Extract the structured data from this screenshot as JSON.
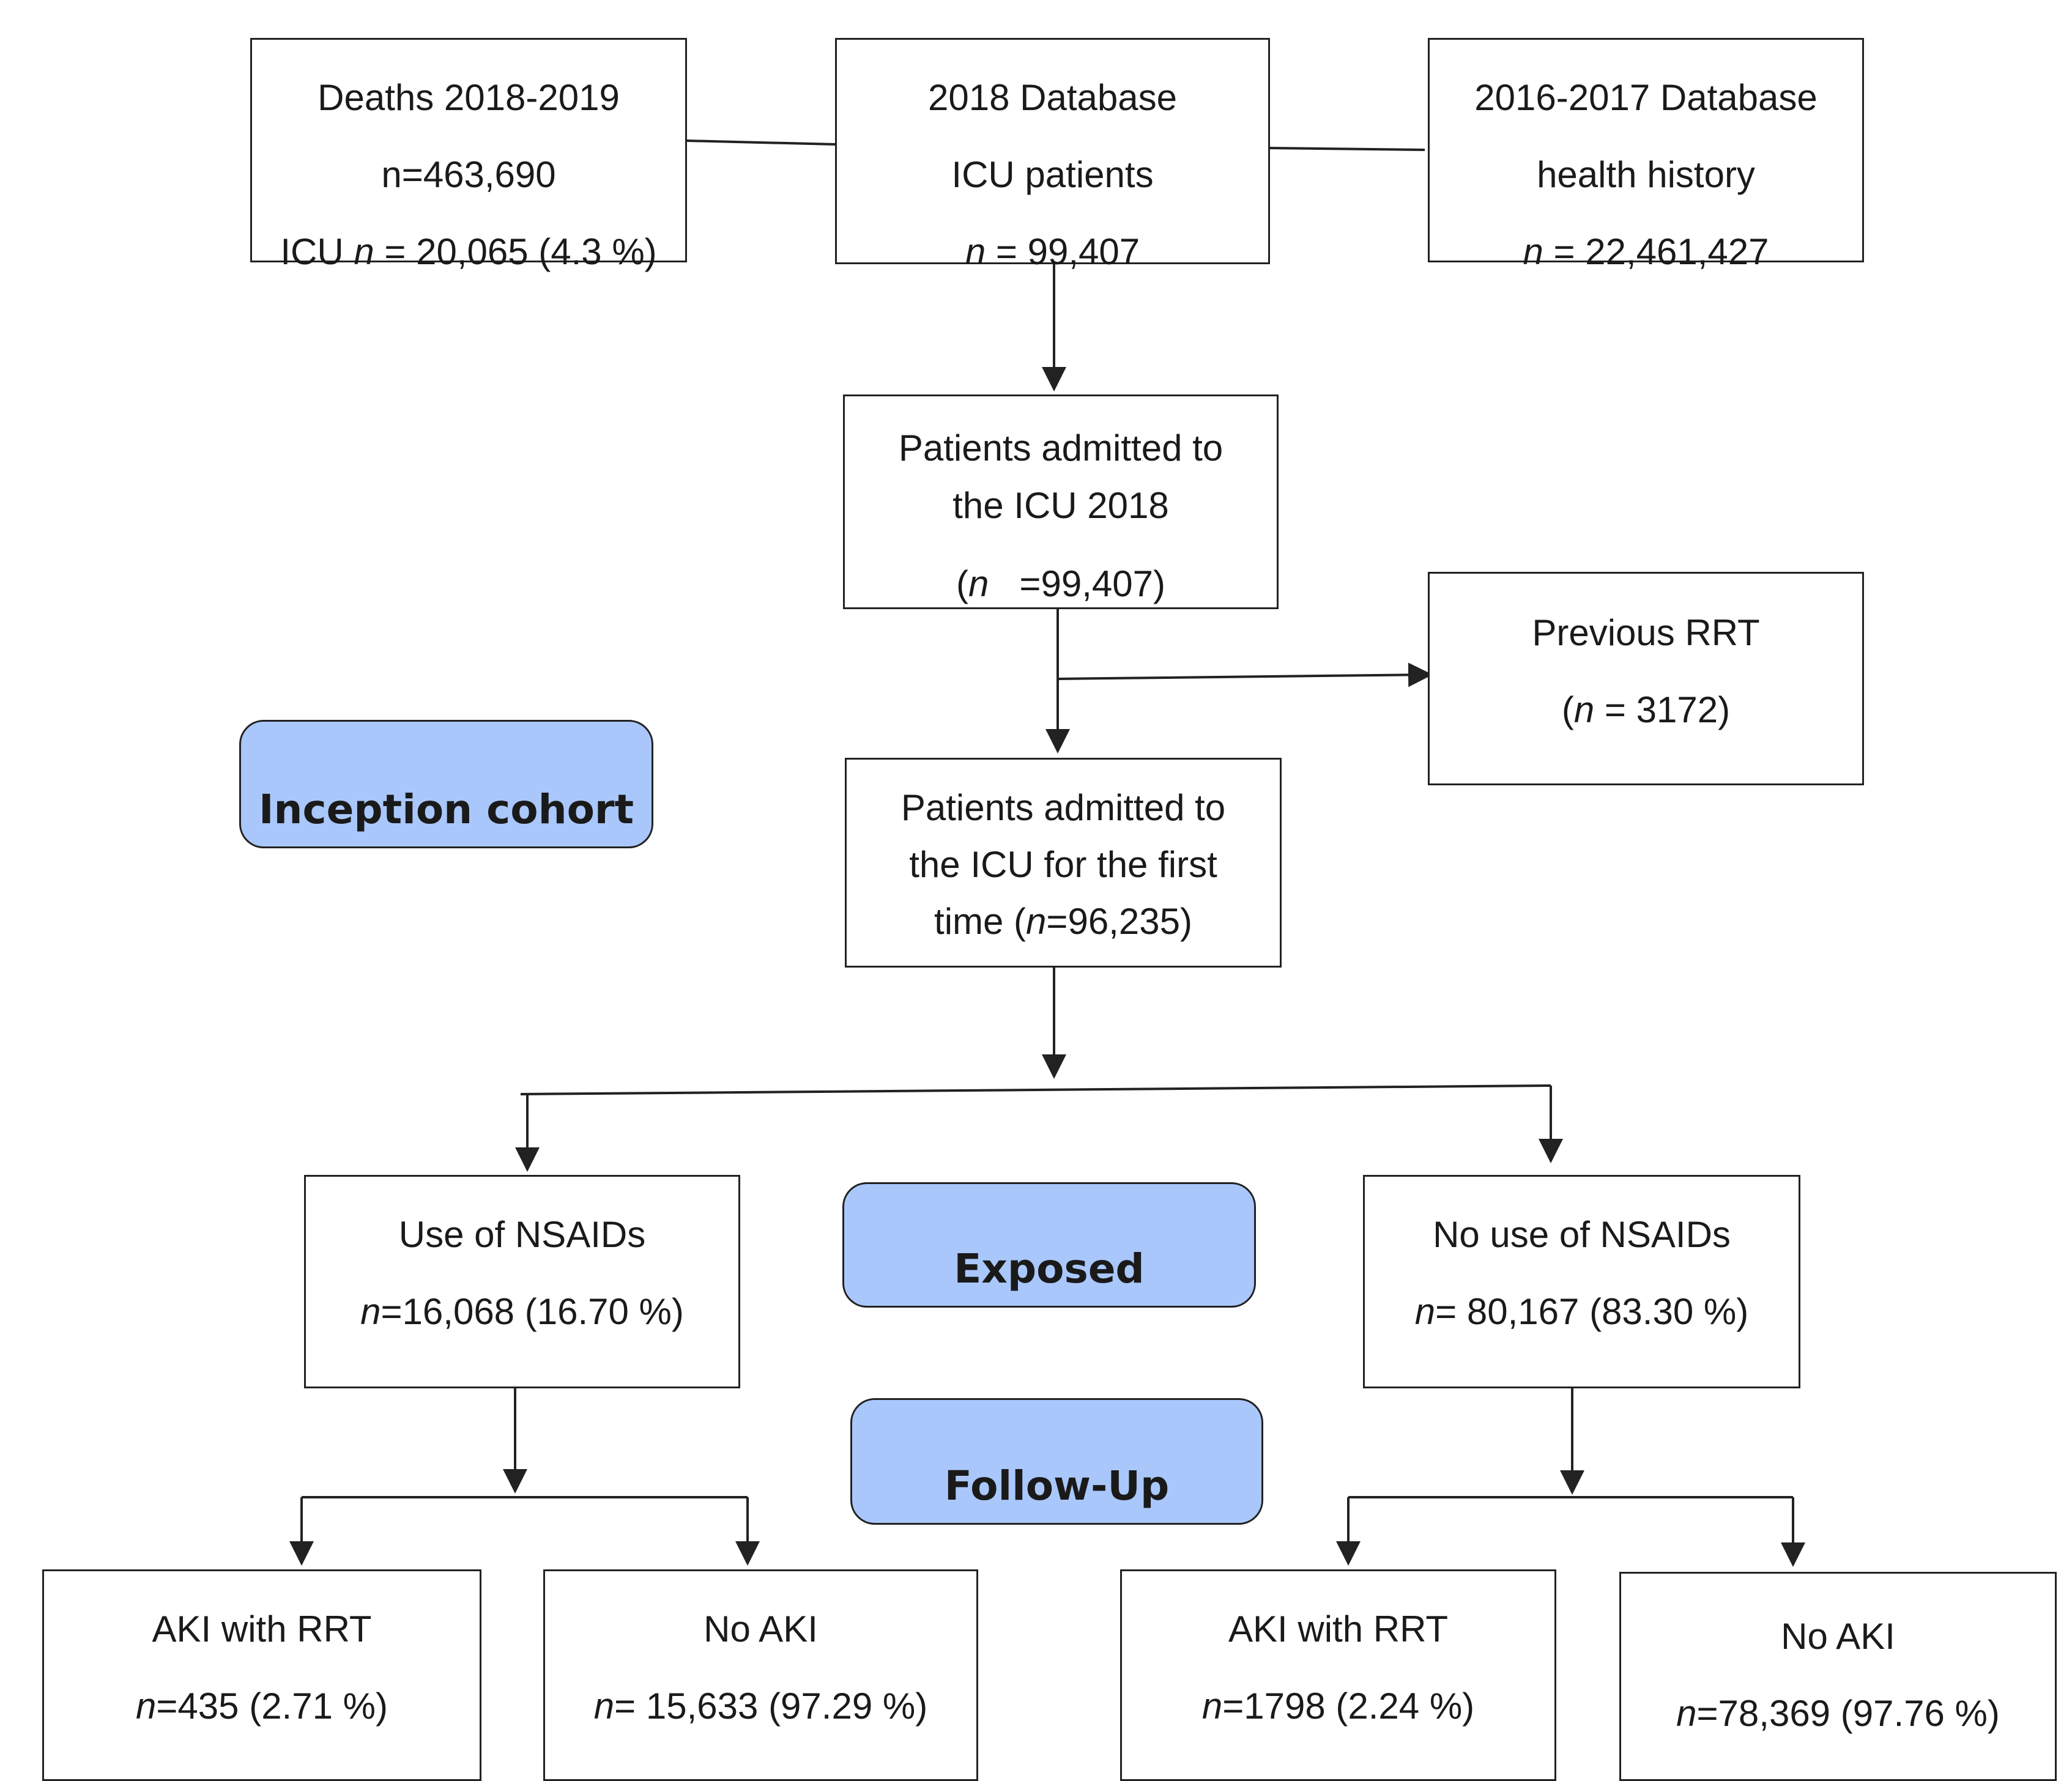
{
  "boxes": {
    "deaths": {
      "title": "Deaths 2018-2019",
      "n": "n=463,690",
      "icu_prefix": "ICU ",
      "icu_n": "n",
      "icu_rest": " = 20,065 (4.3 %)"
    },
    "db2018": {
      "title": "2018 Database",
      "subtitle": "ICU patients",
      "n_var": "n",
      "n_rest": " = 99,407"
    },
    "db2016": {
      "title": "2016-2017 Database",
      "subtitle": "health history",
      "n_var": "n",
      "n_rest": " = 22,461,427"
    },
    "admitted": {
      "line1": "Patients admitted to",
      "line2": "the ICU  2018",
      "open": "(",
      "n_var": "n",
      "rest": "   =99,407)"
    },
    "previous_rrt": {
      "title": "Previous RRT",
      "open": "(",
      "n_var": "n",
      "rest": " = 3172)"
    },
    "first_time": {
      "line1": "Patients admitted to",
      "line2": "the ICU for the first",
      "prefix": "time (",
      "n_var": "n",
      "rest": "=96,235)"
    },
    "nsaids": {
      "title": "Use of NSAIDs",
      "n_var": "n",
      "rest": "=16,068 (16.70 %)"
    },
    "no_nsaids": {
      "title": "No use of NSAIDs",
      "n_var": "n",
      "rest": "= 80,167 (83.30 %)"
    },
    "aki_rrt_1": {
      "title": "AKI with RRT",
      "n_var": "n",
      "rest": "=435 (2.71 %)"
    },
    "no_aki_1": {
      "title": "No AKI",
      "n_var": "n",
      "rest": "= 15,633 (97.29 %)"
    },
    "aki_rrt_2": {
      "title": "AKI with RRT",
      "n_var": "n",
      "rest": "=1798 (2.24 %)"
    },
    "no_aki_2": {
      "title": "No AKI",
      "n_var": "n",
      "rest": "=78,369 (97.76 %)"
    }
  },
  "labels": {
    "inception": "Inception cohort",
    "exposed": "Exposed",
    "follow_up": "Follow-Up"
  },
  "colors": {
    "label_fill": "#a9c7fb",
    "border": "#222222"
  }
}
